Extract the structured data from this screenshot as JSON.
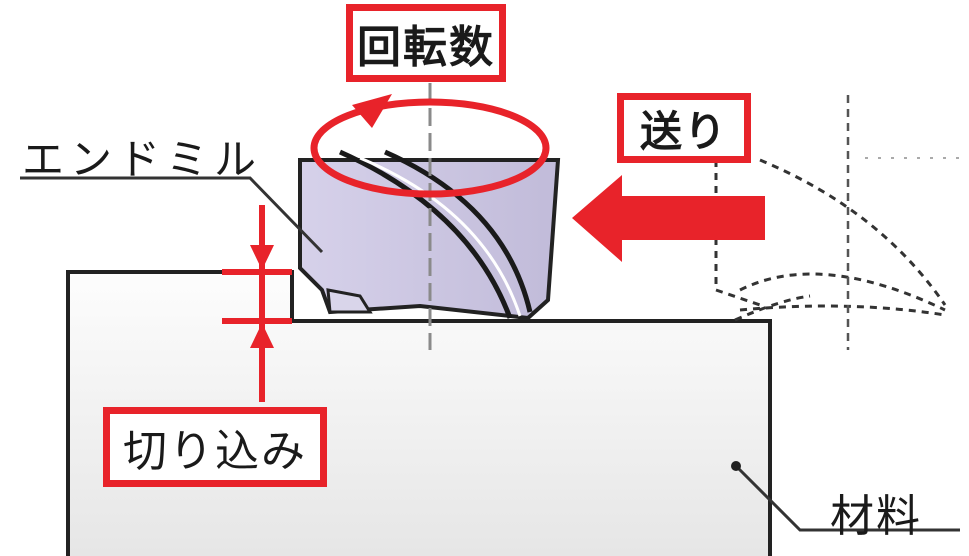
{
  "labels": {
    "rotation_speed": "回転数",
    "feed": "送り",
    "end_mill": "エンドミル",
    "depth_of_cut": "切り込み",
    "material": "材料"
  },
  "colors": {
    "accent_red": "#e8232a",
    "tool_fill": "#c9c3e0",
    "material_fill_top": "#fdfdfd",
    "material_fill_bottom": "#e9e9e9",
    "outline": "#222222",
    "dashed_outline": "#333333"
  }
}
